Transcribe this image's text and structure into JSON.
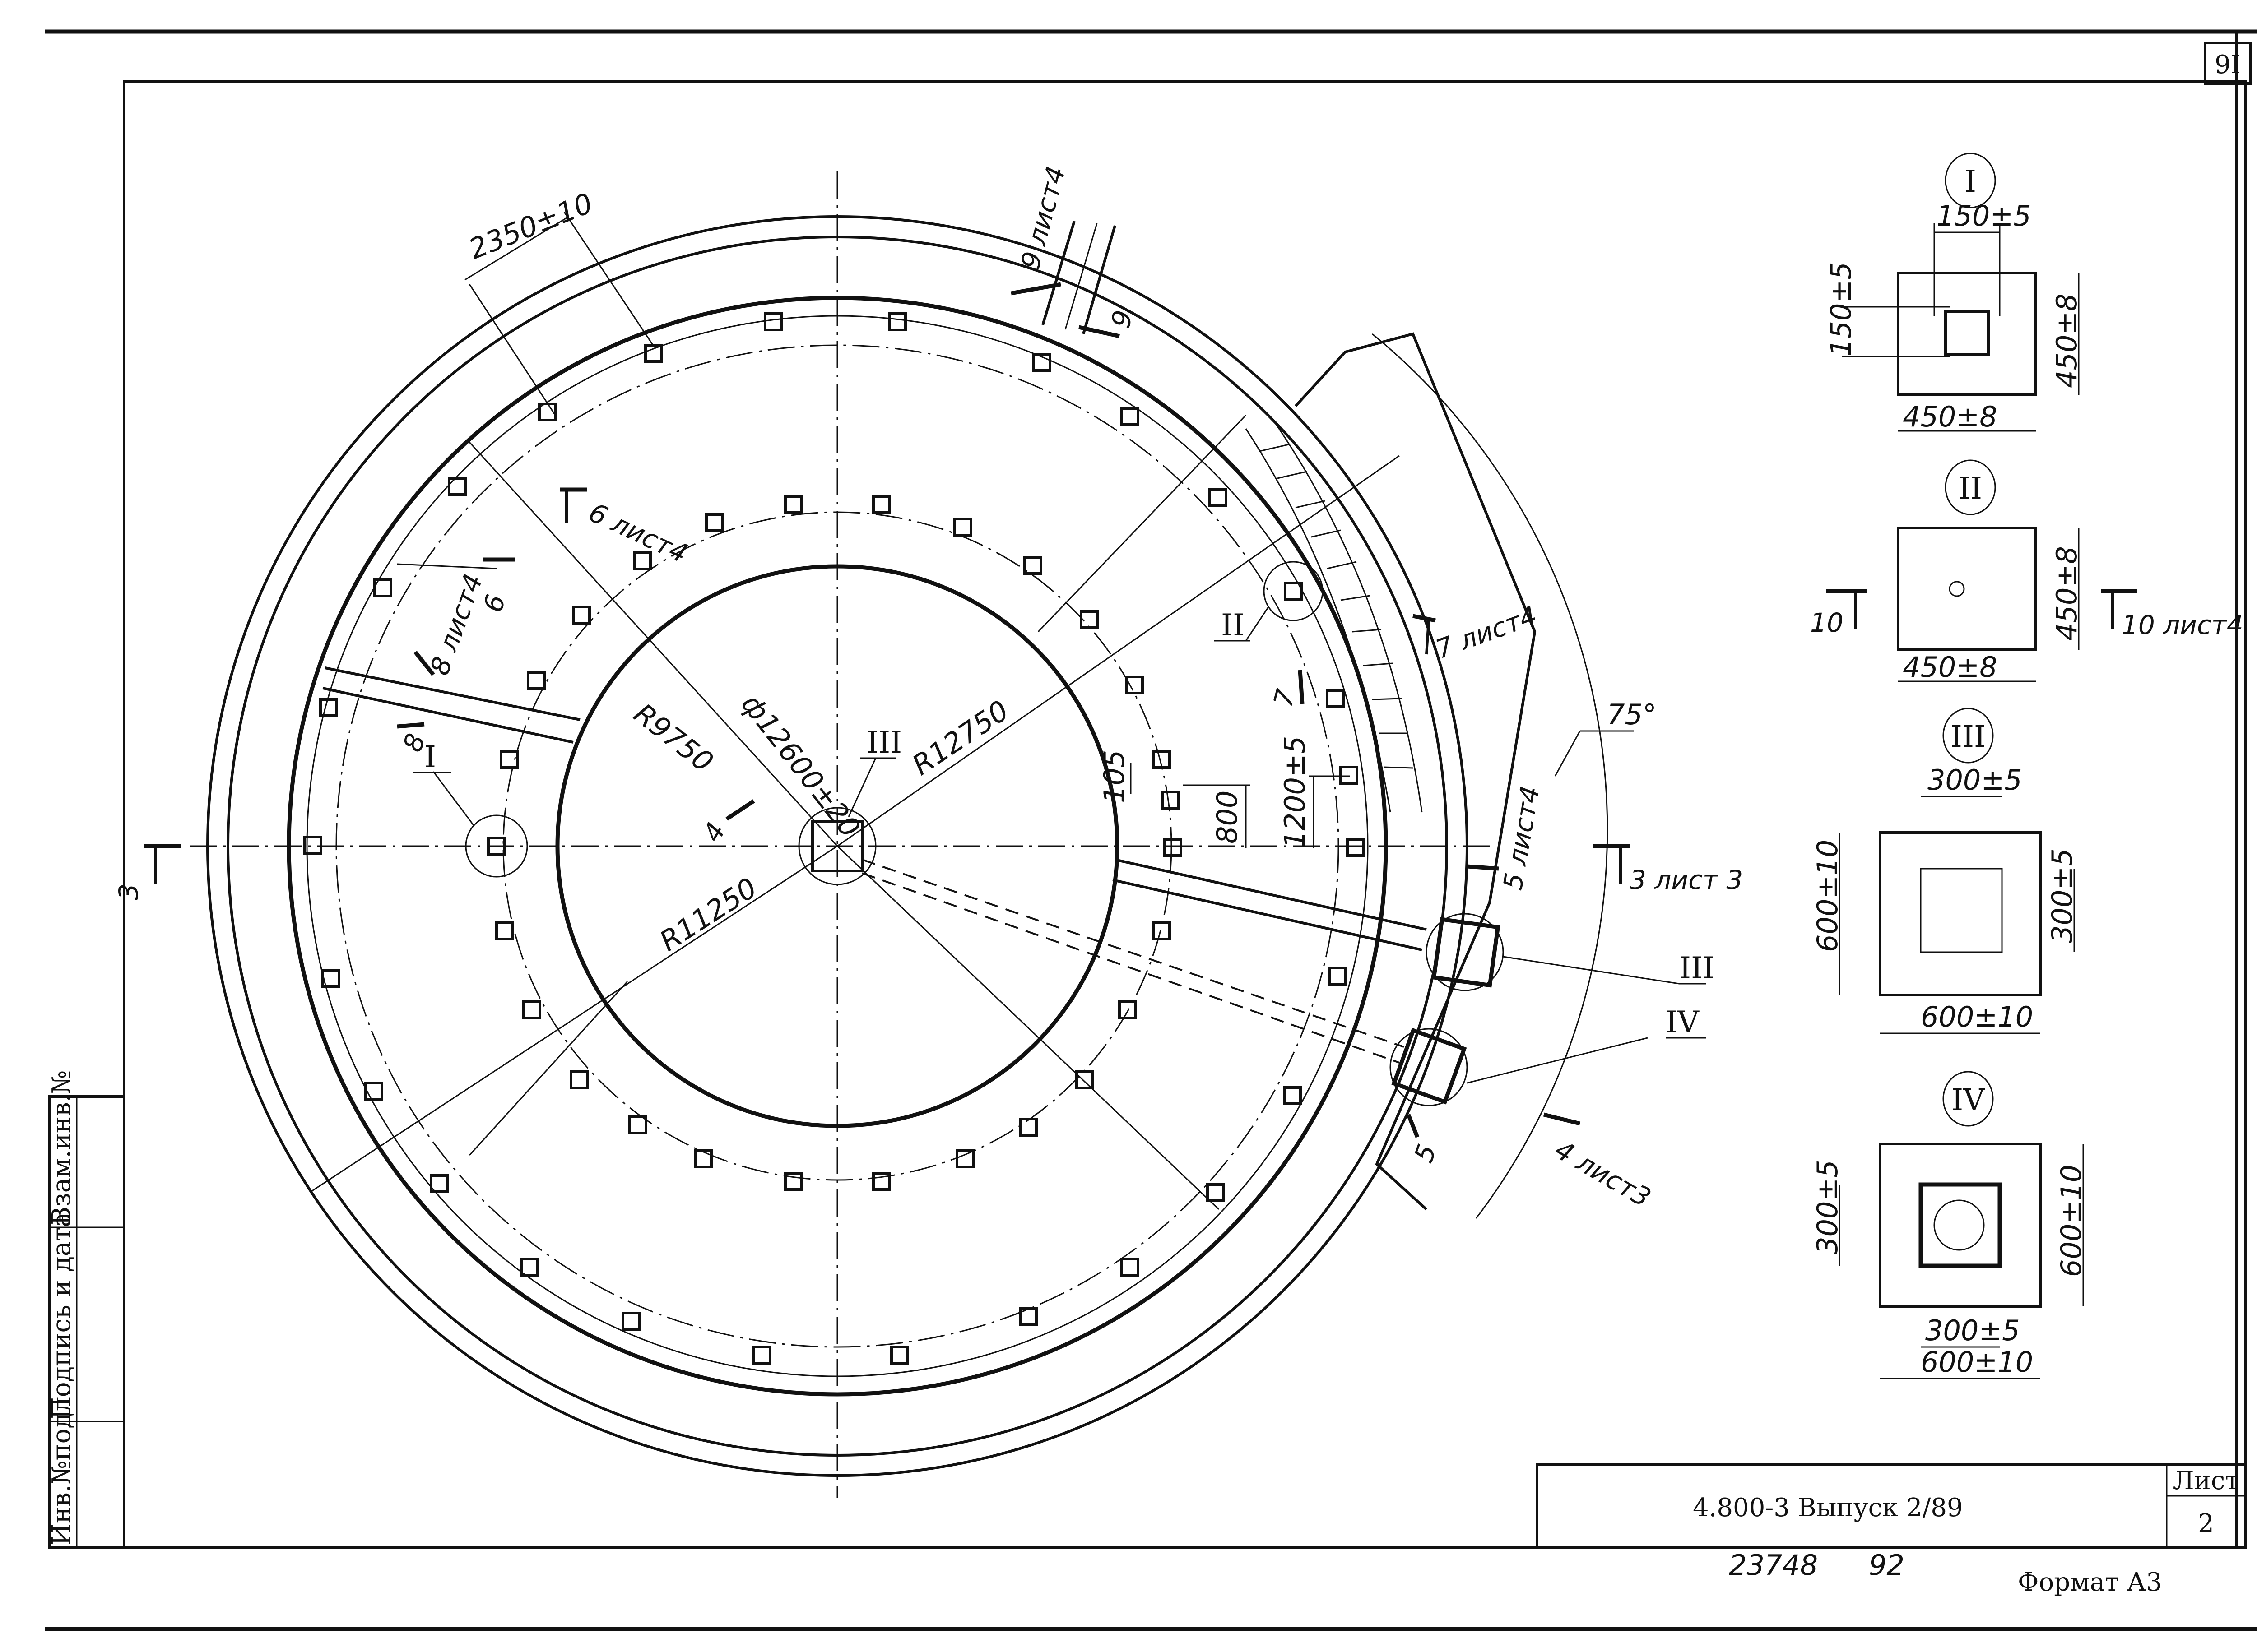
{
  "page_number": "9I",
  "plan": {
    "radii_labels": [
      "R9750",
      "R12750",
      "R11250"
    ],
    "diameter_label": "ф12600±20",
    "dims": {
      "outer_spacing": "2350±10",
      "d105": "105",
      "d800": "800",
      "d1200": "1200±5",
      "angle": "75°"
    },
    "sections": {
      "s9a": "9 лист4",
      "s9b": "9",
      "s6": "6 лист4",
      "s6b": "6",
      "s8": "8 лист4",
      "s8b": "8",
      "s7": "7 лист4",
      "s7b": "7",
      "s3": "3",
      "s3r": "3 лист 3",
      "s5": "5 лист4",
      "s5b": "5",
      "s4": "4",
      "s4r": "4 лист3",
      "s10l": "10",
      "s10r": "10 лист4"
    },
    "callouts": {
      "c1": "I",
      "c2": "II",
      "c3": "III",
      "c3r": "III",
      "c4r": "IV"
    }
  },
  "details": [
    {
      "roman": "I",
      "top": "150±5",
      "left": "150±5",
      "right": "450±8",
      "bottom": "450±8"
    },
    {
      "roman": "II",
      "right": "450±8",
      "bottom": "450±8"
    },
    {
      "roman": "III",
      "top": "300±5",
      "left": "600±10",
      "right": "300±5",
      "bottom": "600±10"
    },
    {
      "roman": "IV",
      "left": "300±5",
      "right": "600±10",
      "inner_bottom": "300±5",
      "bottom": "600±10"
    }
  ],
  "side_stamp": {
    "col1": "Инв.№подл.",
    "col2": "Подпись и дата",
    "col3": "Взам.инв.№"
  },
  "title_block": {
    "designation": "4.800-3  Выпуск 2/89",
    "sheet_label": "Лист",
    "sheet_number": "2",
    "handwritten_1": "23748",
    "handwritten_2": "92",
    "format": "Формат А3"
  }
}
